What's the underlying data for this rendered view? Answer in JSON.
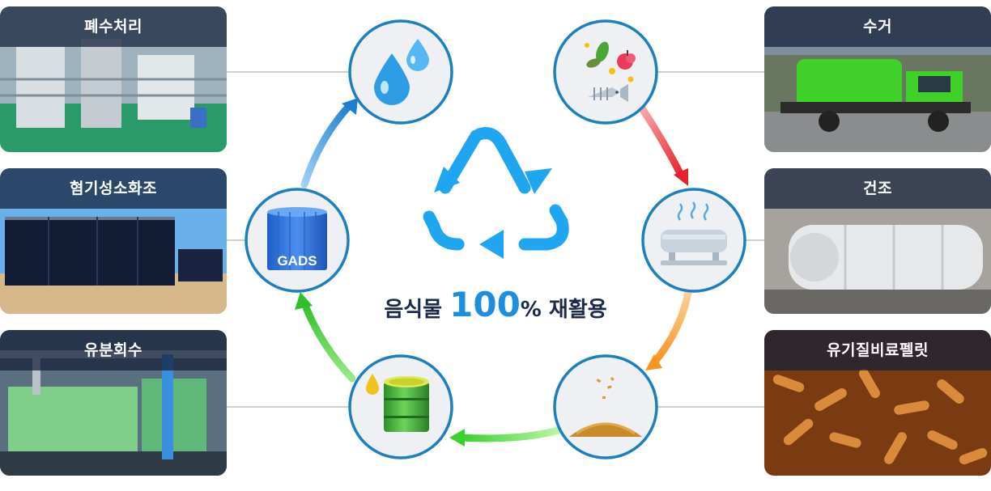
{
  "cards": {
    "left": [
      {
        "label": "폐수처리"
      },
      {
        "label": "혐기성소화조"
      },
      {
        "label": "유분회수"
      }
    ],
    "right": [
      {
        "label": "수거"
      },
      {
        "label": "건조"
      },
      {
        "label": "유기질비료펠릿"
      }
    ]
  },
  "center": {
    "prefix": "음식물 ",
    "number": "100",
    "suffix": "% 재활용"
  },
  "gads_label": "GADS",
  "icons": [
    "water-drops-icon",
    "food-waste-icon",
    "dryer-icon",
    "compost-pile-icon",
    "oil-drum-icon",
    "gads-tank-icon",
    "recycle-icon"
  ],
  "colors": {
    "node_border": "#1e7fc0",
    "node_fill": "#eef0f4",
    "arrow_red": "#e8202a",
    "arrow_orange": "#f7941d",
    "arrow_green": "#39d22c",
    "arrow_blue": "#1e8fe0",
    "recycle": "#1ea6f0",
    "title_dark": "#1a2a4a"
  }
}
